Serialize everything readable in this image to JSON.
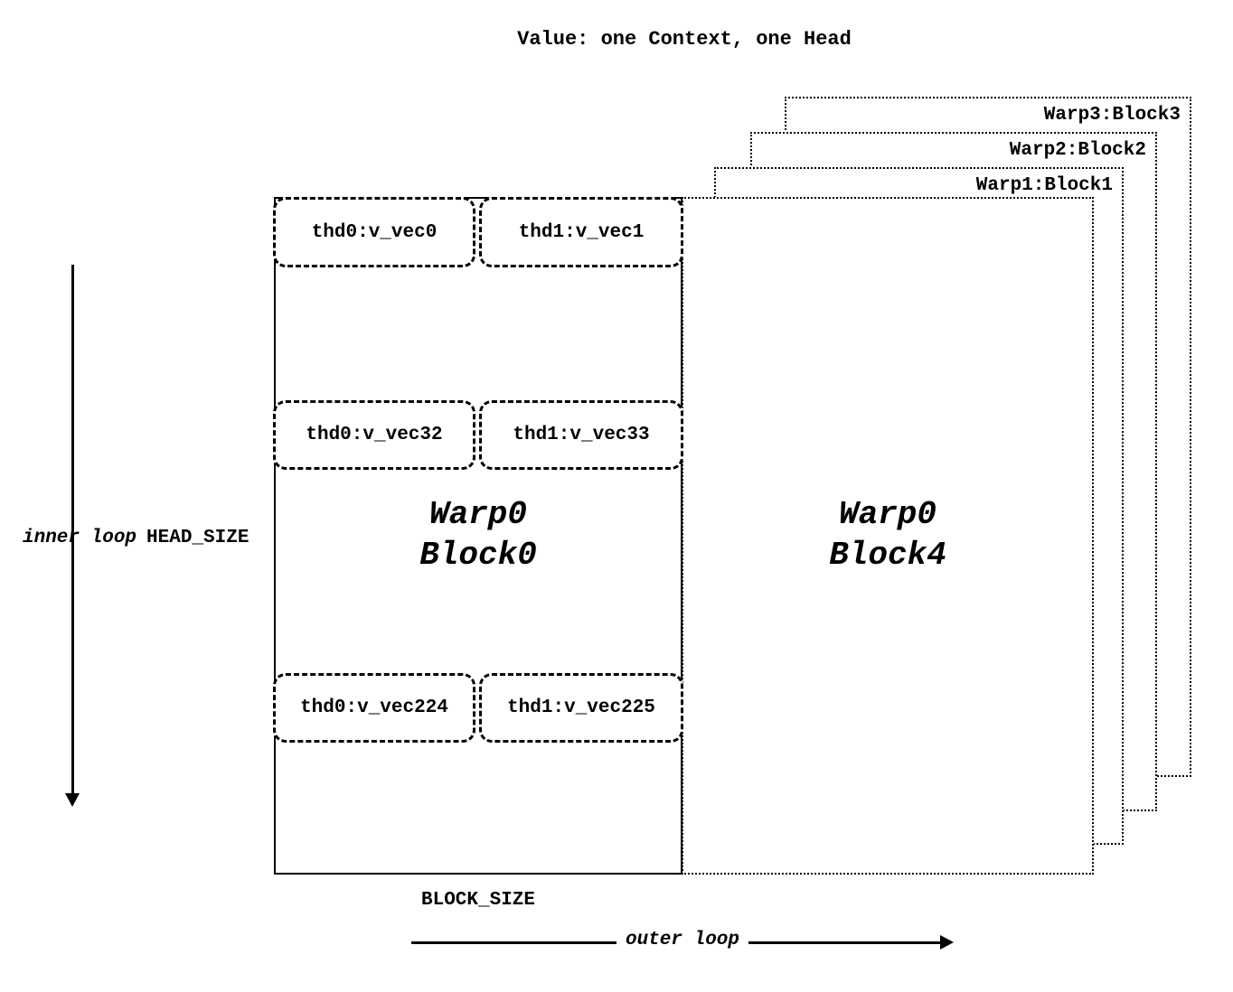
{
  "title": "Value: one Context, one Head",
  "block0": {
    "label_line1": "Warp0",
    "label_line2": "Block0",
    "rows": [
      {
        "cells": [
          "thd0:v_vec0",
          "thd1:v_vec1"
        ]
      },
      {
        "cells": [
          "thd0:v_vec32",
          "thd1:v_vec33"
        ]
      },
      {
        "cells": [
          "thd0:v_vec224",
          "thd1:v_vec225"
        ]
      }
    ]
  },
  "block4": {
    "label_line1": "Warp0",
    "label_line2": "Block4"
  },
  "background_blocks": [
    {
      "label": "Warp1:Block1"
    },
    {
      "label": "Warp2:Block2"
    },
    {
      "label": "Warp3:Block3"
    }
  ],
  "left_axis": {
    "label_italic": "inner loop",
    "label_bold": "HEAD_SIZE",
    "arrow_direction": "down"
  },
  "bottom_axis": {
    "block_size_label": "BLOCK_SIZE",
    "arrow_label": "outer loop",
    "arrow_direction": "right"
  },
  "colors": {
    "ink": "#000000",
    "background": "#ffffff"
  }
}
